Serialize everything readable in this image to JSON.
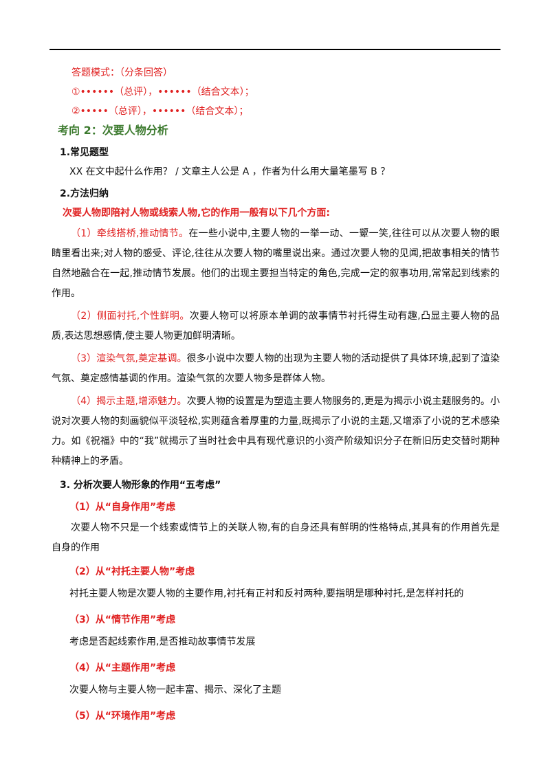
{
  "answer_mode": {
    "title": "答题模式：（分条回答）",
    "line1": "①••••••（总评），••••••（结合文本）；",
    "line2": "②•••••（总评），••••••（结合文本）；"
  },
  "section_title": "考向 2：次要人物分析",
  "common_types": {
    "heading": "1.常见题型",
    "text": "XX 在文中起什么作用？ / 文章主人公是 A ，作者为什么用大量笔墨写 B ？"
  },
  "method": {
    "heading": "2.方法归纳",
    "intro": "次要人物即陪衬人物或线索人物,它的作用一般有以下几个方面:",
    "items": [
      {
        "label": "（1）牵线搭桥,推动情节。",
        "text": "在一些小说中,主要人物的一举一动、一颦一笑,往往可以从次要人物的眼睛里看出来;对人物的感受、评论,往往从次要人物的嘴里说出来。通过次要人物的见闻,把故事相关的情节自然地融合在一起,推动情节发展。他们的出现主要担当特定的角色,完成一定的叙事功用,常常起到线索的作用。"
      },
      {
        "label": "（2）侧面衬托,个性鲜明。",
        "text": "次要人物可以将原本单调的故事情节衬托得生动有趣,凸显主要人物的品质,表达思想感情,使主要人物更加鲜明清晰。"
      },
      {
        "label": "（3）渲染气氛,奠定基调。",
        "text": "很多小说中次要人物的出现为主要人物的活动提供了具体环境,起到了渲染气氛、奠定感情基调的作用。渲染气氛的次要人物多是群体人物。"
      },
      {
        "label": "（4）揭示主题,增添魅力。",
        "text": "次要人物的设置是为塑造主要人物服务的,更是为揭示小说主题服务的。小说对次要人物的刻画貌似平淡轻松,实则蕴含着厚重的力量,既揭示了小说的主题,又增添了小说的艺术感染力。如《祝福》中的“我”就揭示了当时社会中具有现代意识的小资产阶级知识分子在新旧历史交替时期种种精神上的矛盾。"
      }
    ]
  },
  "five_considerations": {
    "heading": "3. 分析次要人物形象的作用“五考虑”",
    "items": [
      {
        "label": "（1）从“自身作用”考虑",
        "text": "次要人物不只是一个线索或情节上的关联人物,有的自身还具有鲜明的性格特点,其具有的作用首先是自身的作用"
      },
      {
        "label": "（2）从“衬托主要人物”考虑",
        "text": "衬托主要人物是次要人物的主要作用,衬托有正衬和反衬两种,要指明是哪种衬托,是怎样衬托的"
      },
      {
        "label": "（3）从“情节作用”考虑",
        "text": "考虑是否起线索作用,是否推动故事情节发展"
      },
      {
        "label": "（4）从“主题作用”考虑",
        "text": "次要人物与主要人物一起丰富、揭示、深化了主题"
      },
      {
        "label": "（5）从“环境作用”考虑",
        "text": ""
      }
    ]
  },
  "colors": {
    "red": "#e02020",
    "green": "#3c7a2e",
    "rule": "#000000"
  }
}
